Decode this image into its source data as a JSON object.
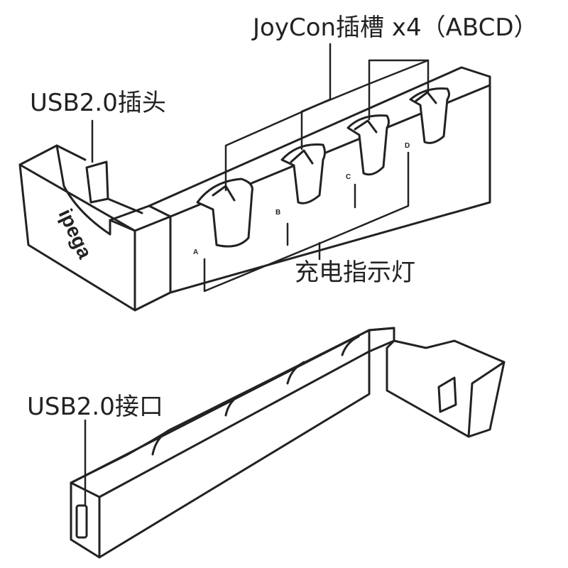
{
  "labels": {
    "joycon_slots": "JoyCon插槽 x4（ABCD）",
    "usb_plug": "USB2.0插头",
    "charge_indicator": "充电指示灯",
    "usb_port": "USB2.0接口"
  },
  "led_labels": [
    "A",
    "B",
    "C",
    "D"
  ],
  "logo": "ipega",
  "colors": {
    "line": "#222222",
    "background": "#ffffff"
  }
}
